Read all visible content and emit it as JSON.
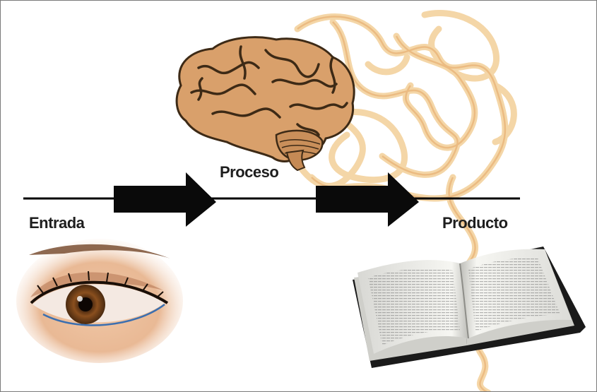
{
  "labels": {
    "input": "Entrada",
    "process": "Proceso",
    "output": "Producto"
  },
  "colors": {
    "line": "#000000",
    "arrow": "#0a0a0a",
    "brain": "#d9a06b",
    "brain_dark": "#3d2a16",
    "neurons": "#f1c98c",
    "book_pages": "#efefea",
    "book_cover": "#1a1a1a",
    "label_text": "#1e1e1e"
  }
}
